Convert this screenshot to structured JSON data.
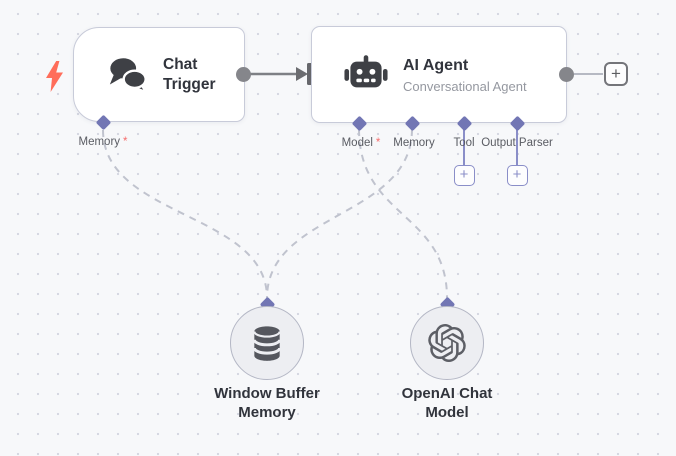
{
  "canvas": {
    "background": "#f7f8fa",
    "dot_color": "#d6d8e2"
  },
  "colors": {
    "node_border": "#c8cbd9",
    "node_title": "#31343c",
    "node_subtitle": "#9598a0",
    "endpoint_purple": "#7276b4",
    "plus_button_purple": "#8a8ec8",
    "connection_dash_gray": "#c0c3ce",
    "executed_connection_gray": "#7e8085",
    "trigger_bolt_red": "#ff6d5a",
    "required_asterisk_red": "#f66d6d",
    "subnode_fill": "#edeef2",
    "subnode_border": "#b4b7c5",
    "icon_dark": "#3e4045"
  },
  "chat_trigger": {
    "title": "Chat Trigger"
  },
  "ai_agent": {
    "title": "AI Agent",
    "subtitle": "Conversational Agent"
  },
  "endpoint_labels": {
    "trigger_memory": "Memory",
    "trigger_memory_required": "*",
    "model": "Model",
    "model_required": "*",
    "memory": "Memory",
    "tool": "Tool",
    "output_parser": "Output Parser"
  },
  "sub_nodes": {
    "window_buffer_memory": "Window Buffer Memory",
    "openai_chat_model": "OpenAI Chat Model"
  },
  "buttons": {
    "add_node_plus": "+",
    "add_tool_plus": "+",
    "add_output_parser_plus": "+"
  }
}
